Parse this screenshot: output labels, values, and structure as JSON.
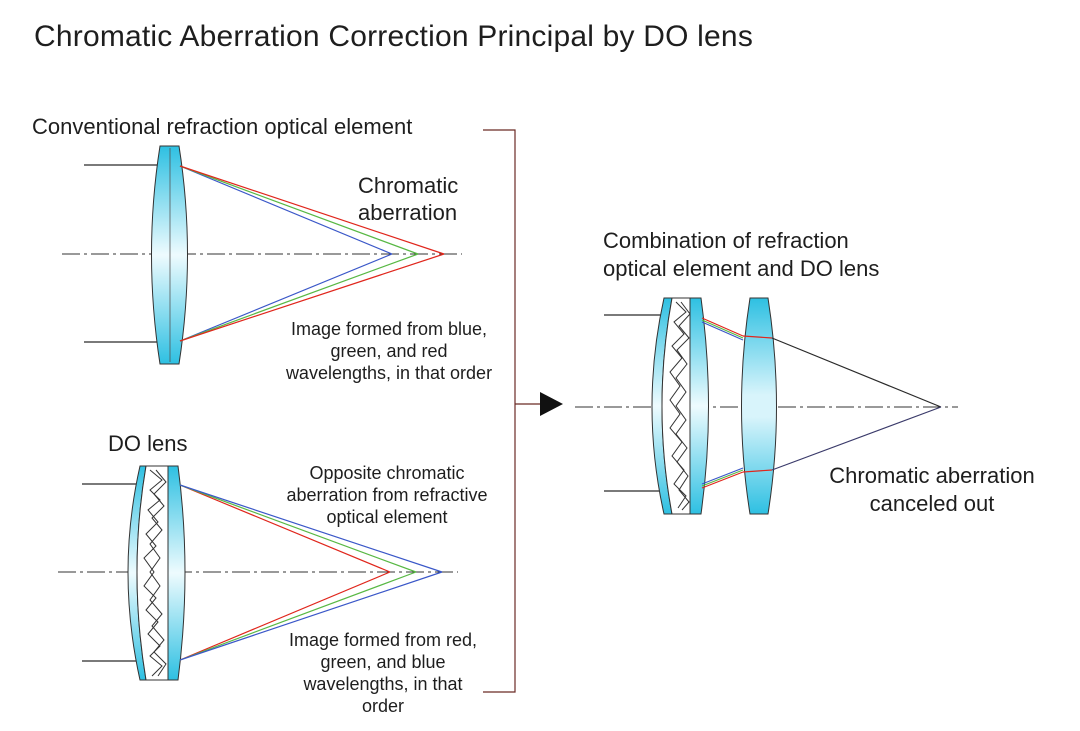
{
  "title": "Chromatic Aberration Correction Principal by DO lens",
  "colors": {
    "lens_fill": "#3cc6e4",
    "lens_highlight": "#e6f8fc",
    "ray_red": "#e0261c",
    "ray_green": "#58b844",
    "ray_blue": "#3a57c8",
    "ray_dark": "#2a2a2a",
    "bracket": "#6b2a25"
  },
  "conventional": {
    "heading": "Conventional refraction optical element",
    "aberration_label": [
      "Chromatic",
      "aberration"
    ],
    "caption": [
      "Image formed from blue,",
      "green, and red",
      "wavelengths, in that order"
    ]
  },
  "do_lens": {
    "heading": "DO lens",
    "opposite_label": [
      "Opposite chromatic",
      "aberration from refractive",
      "optical element"
    ],
    "caption": [
      "Image formed from red,",
      "green, and blue",
      "wavelengths, in that",
      "order"
    ]
  },
  "combination": {
    "heading": [
      "Combination of refraction",
      "optical element and DO lens"
    ],
    "result": [
      "Chromatic aberration",
      "canceled out"
    ]
  }
}
